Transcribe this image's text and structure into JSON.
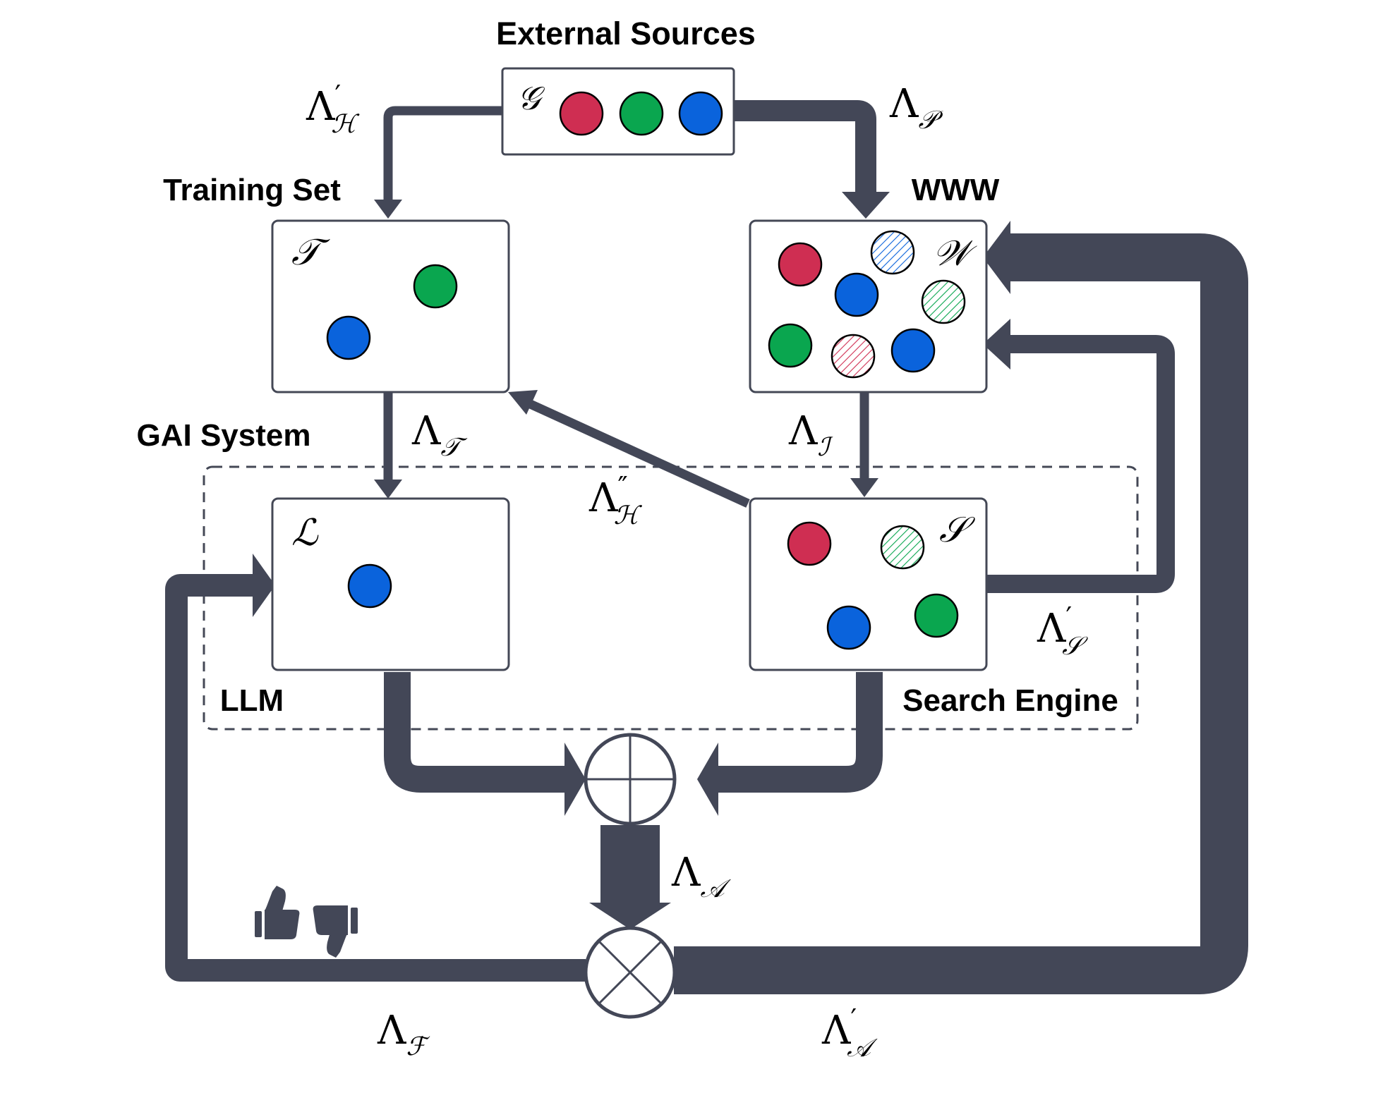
{
  "labels": {
    "external_sources": "External Sources",
    "training_set": "Training Set",
    "www": "WWW",
    "gai_system": "GAI System",
    "llm": "LLM",
    "search_engine": "Search Engine"
  },
  "symbols": {
    "g": "𝒢",
    "t": "𝒯",
    "w": "𝒲",
    "l": "ℒ",
    "s": "𝒮"
  },
  "flows": {
    "lambda_h_prime": {
      "base": "Λ",
      "prime": "′",
      "sub": "ℋ"
    },
    "lambda_p": {
      "base": "Λ",
      "prime": "",
      "sub": "𝒫"
    },
    "lambda_t": {
      "base": "Λ",
      "prime": "",
      "sub": "𝒯"
    },
    "lambda_i": {
      "base": "Λ",
      "prime": "",
      "sub": "ℐ"
    },
    "lambda_h_dprime": {
      "base": "Λ",
      "prime": "″",
      "sub": "ℋ"
    },
    "lambda_s_prime": {
      "base": "Λ",
      "prime": "′",
      "sub": "𝒮"
    },
    "lambda_a": {
      "base": "Λ",
      "prime": "",
      "sub": "𝒜"
    },
    "lambda_f": {
      "base": "Λ",
      "prime": "",
      "sub": "ℱ"
    },
    "lambda_a_prime": {
      "base": "Λ",
      "prime": "′",
      "sub": "𝒜"
    }
  },
  "colors": {
    "red": "#cf2e52",
    "green": "#0aa64f",
    "blue": "#0a63dc",
    "flow": "#434757"
  },
  "icons": [
    "thumbs-up-icon",
    "thumbs-down-icon",
    "sum-operator-icon",
    "multiply-operator-icon"
  ]
}
